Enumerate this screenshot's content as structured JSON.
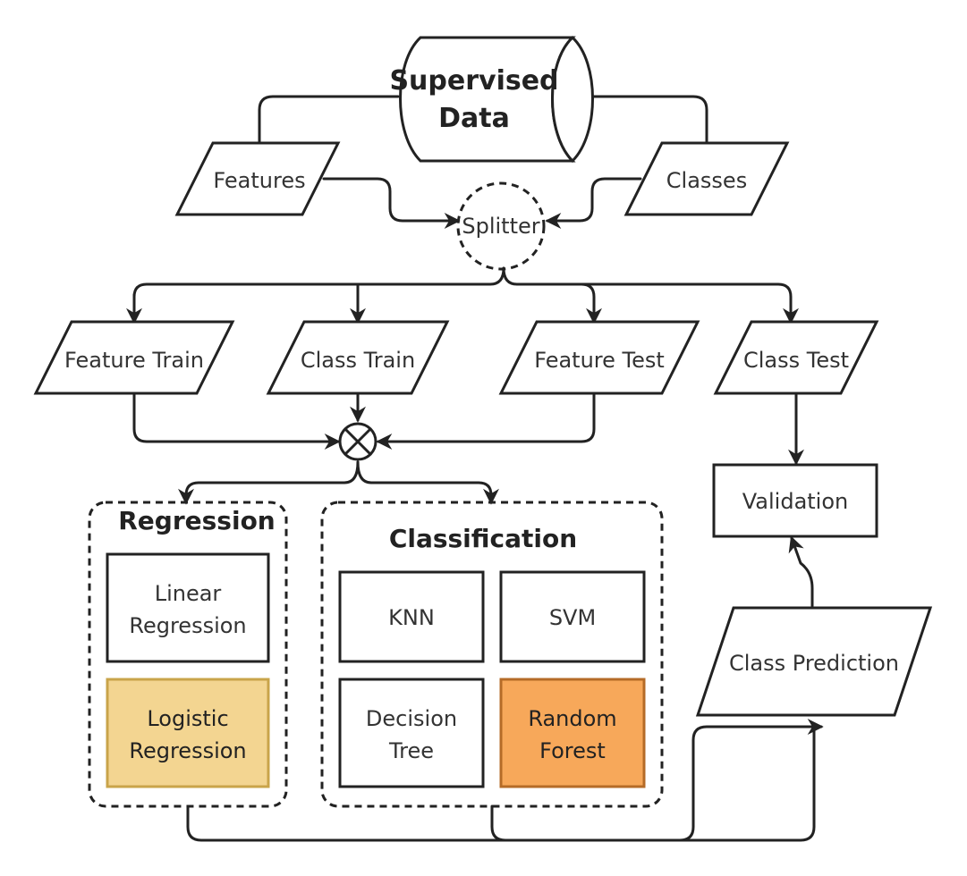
{
  "colors": {
    "stroke": "#222222",
    "text": "#333333",
    "logistic_fill": "#f3d591",
    "logistic_stroke": "#c9a44a",
    "random_forest_fill": "#f7a85a",
    "random_forest_stroke": "#b56b27"
  },
  "nodes": {
    "supervised_data": {
      "line1": "Supervised",
      "line2": "Data"
    },
    "features": "Features",
    "classes": "Classes",
    "splitter": "Splitter",
    "feature_train": "Feature Train",
    "class_train": "Class Train",
    "feature_test": "Feature Test",
    "class_test": "Class Test",
    "combiner_icon": "circle-x-icon",
    "validation": "Validation",
    "class_prediction": "Class Prediction"
  },
  "groups": {
    "regression": {
      "title": "Regression",
      "linear": {
        "line1": "Linear",
        "line2": "Regression"
      },
      "logistic": {
        "line1": "Logistic",
        "line2": "Regression"
      }
    },
    "classification": {
      "title": "Classification",
      "knn": "KNN",
      "svm": "SVM",
      "decision_tree": {
        "line1": "Decision",
        "line2": "Tree"
      },
      "random_forest": {
        "line1": "Random",
        "line2": "Forest"
      }
    }
  }
}
